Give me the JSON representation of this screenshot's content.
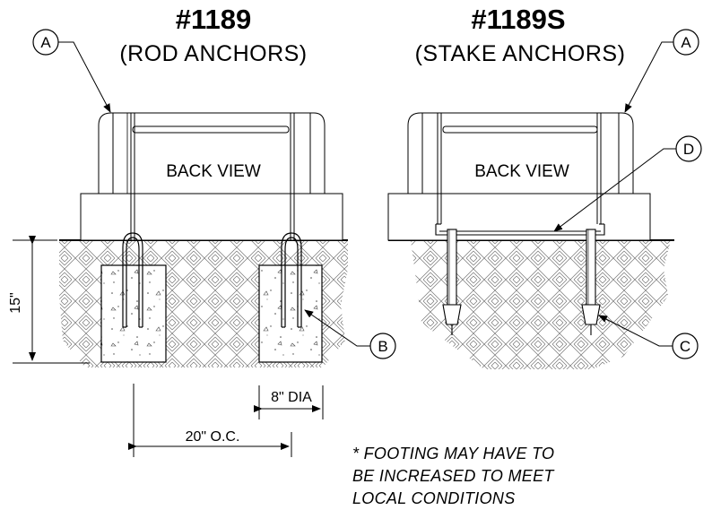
{
  "left": {
    "title": "#1189",
    "subtitle": "(ROD ANCHORS)",
    "view_label": "BACK VIEW"
  },
  "right": {
    "title": "#1189S",
    "subtitle": "(STAKE ANCHORS)",
    "view_label": "BACK VIEW"
  },
  "callouts": {
    "a_left": "A",
    "a_right": "A",
    "b": "B",
    "c": "C",
    "d": "D"
  },
  "dimensions": {
    "depth": "15\"",
    "diameter": "8\" DIA",
    "spacing": "20\" O.C."
  },
  "note": {
    "lines": [
      "* FOOTING MAY HAVE TO",
      "BE INCREASED TO MEET",
      "LOCAL CONDITIONS"
    ]
  }
}
